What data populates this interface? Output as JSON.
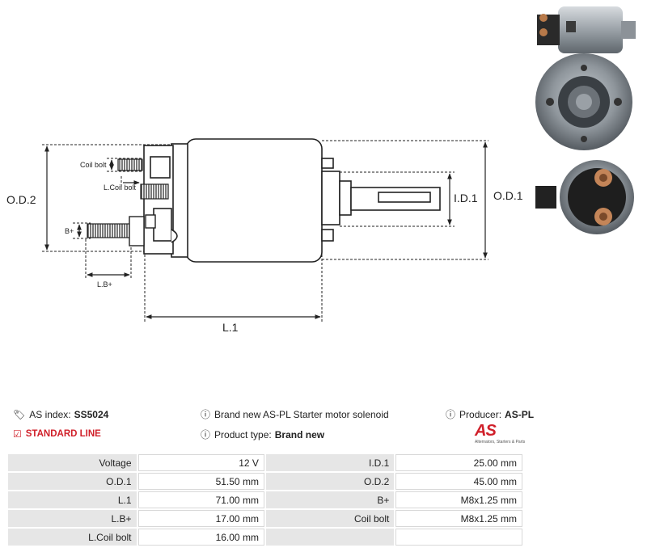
{
  "drawing": {
    "labels": {
      "od2": "O.D.2",
      "od1": "O.D.1",
      "id1": "I.D.1",
      "l1": "L.1",
      "coil_bolt": "Coil bolt",
      "l_coil_bolt": "L.Coil bolt",
      "b_plus": "B+",
      "l_b_plus": "L.B+"
    }
  },
  "info": {
    "as_index_label": "AS index:",
    "as_index_value": "SS5024",
    "standard_line": "STANDARD LINE",
    "description": "Brand new AS-PL Starter motor solenoid",
    "product_type_label": "Product type:",
    "product_type_value": "Brand new",
    "producer_label": "Producer:",
    "producer_value": "AS-PL",
    "logo_text": "AS",
    "logo_tagline": "Alternators, Starters & Parts"
  },
  "specs": [
    [
      {
        "k": "Voltage",
        "v": "12 V"
      },
      {
        "k": "I.D.1",
        "v": "25.00 mm"
      }
    ],
    [
      {
        "k": "O.D.1",
        "v": "51.50 mm"
      },
      {
        "k": "O.D.2",
        "v": "45.00 mm"
      }
    ],
    [
      {
        "k": "L.1",
        "v": "71.00 mm"
      },
      {
        "k": "B+",
        "v": "M8x1.25 mm"
      }
    ],
    [
      {
        "k": "L.B+",
        "v": "17.00 mm"
      },
      {
        "k": "Coil bolt",
        "v": "M8x1.25 mm"
      }
    ],
    [
      {
        "k": "L.Coil bolt",
        "v": "16.00 mm"
      },
      {
        "k": "",
        "v": ""
      }
    ]
  ],
  "colors": {
    "accent": "#d0202a",
    "key_cell": "#e6e6e6"
  }
}
